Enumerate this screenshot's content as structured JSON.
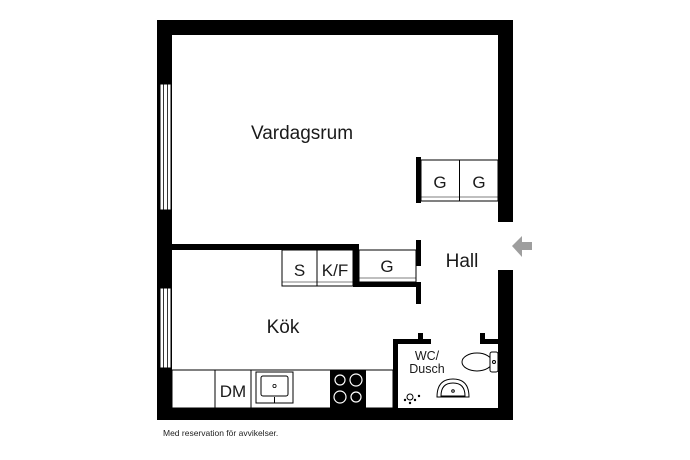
{
  "rooms": {
    "living": "Vardagsrum",
    "hall": "Hall",
    "kitchen": "Kök",
    "bathroom_line1": "WC/",
    "bathroom_line2": "Dusch"
  },
  "fixtures": {
    "wardrobe_1": "G",
    "wardrobe_2": "G",
    "wardrobe_3": "G",
    "storage": "S",
    "fridge_freezer": "K/F",
    "dishwasher": "DM"
  },
  "disclaimer": "Med reservation för avvikelser.",
  "icons": {
    "entrance": "entrance-arrow-icon",
    "stove": "stove-icon",
    "sink": "kitchen-sink-icon",
    "toilet": "toilet-icon",
    "basin": "washbasin-icon",
    "shower": "shower-icon"
  },
  "colors": {
    "wall": "#000000",
    "arrow": "#9e9e9e",
    "window": "#ffffff"
  }
}
